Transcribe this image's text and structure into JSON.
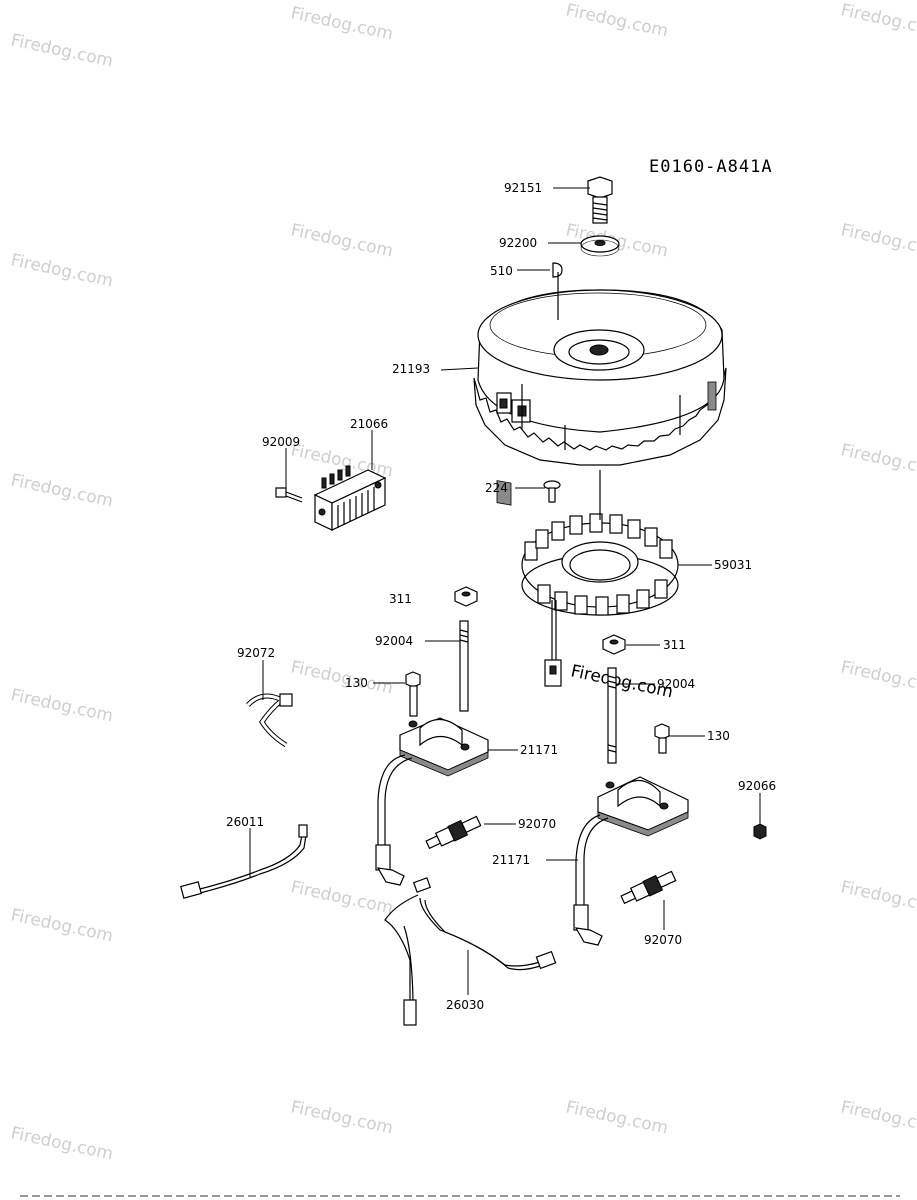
{
  "diagram_code": "E0160-A841A",
  "watermark_text": "Firedog.com",
  "parts": {
    "p92151": "92151",
    "p92200": "92200",
    "p510": "510",
    "p21193": "21193",
    "p92009": "92009",
    "p21066": "21066",
    "p224": "224",
    "p59031": "59031",
    "p311_left": "311",
    "p311_right": "311",
    "p92004_left": "92004",
    "p92004_right": "92004",
    "p92072": "92072",
    "p130_left": "130",
    "p130_right": "130",
    "p21171_left": "21171",
    "p21171_right": "21171",
    "p92066": "92066",
    "p26011": "26011",
    "p92070_left": "92070",
    "p92070_right": "92070",
    "p26030": "26030"
  }
}
